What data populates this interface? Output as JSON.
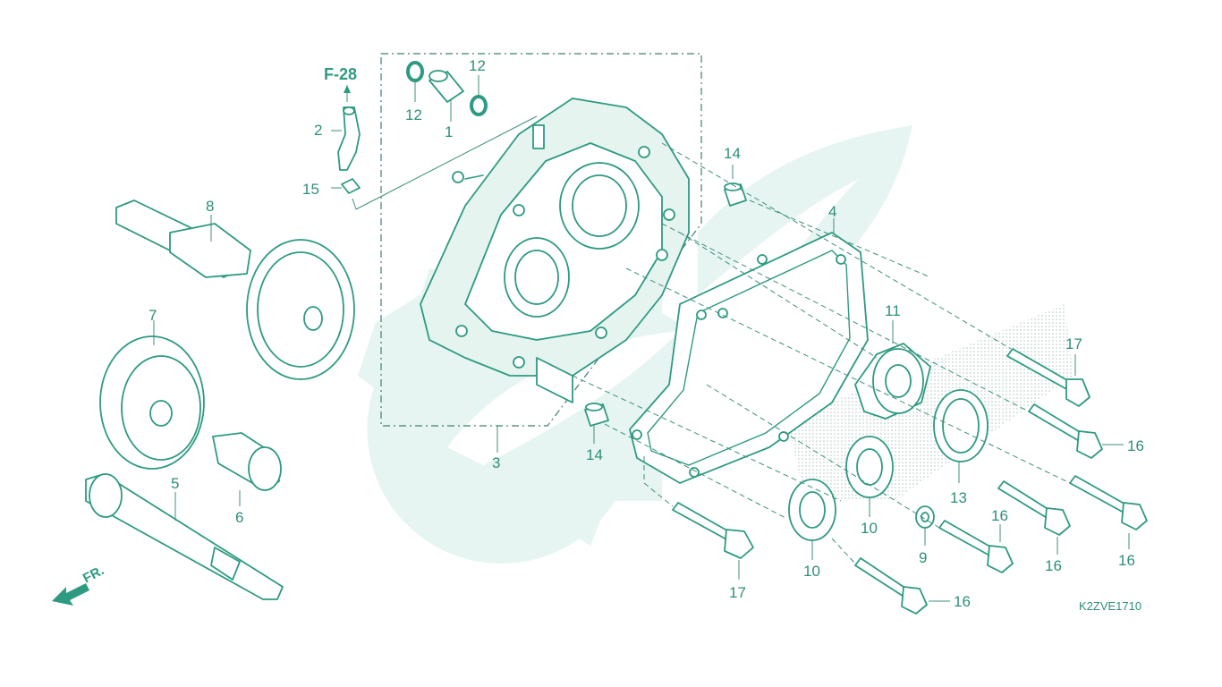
{
  "diagram": {
    "reference": "F-28",
    "direction_label": "FR.",
    "diagram_code": "K2ZVE1710",
    "accent_color": "#2e9a82",
    "callouts": {
      "c1": "1",
      "c2": "2",
      "c3": "3",
      "c4": "4",
      "c5": "5",
      "c6": "6",
      "c7": "7",
      "c8": "8",
      "c9": "9",
      "c10a": "10",
      "c10b": "10",
      "c11": "11",
      "c12a": "12",
      "c12b": "12",
      "c13": "13",
      "c14a": "14",
      "c14b": "14",
      "c15": "15",
      "c16a": "16",
      "c16b": "16",
      "c16c": "16",
      "c16d": "16",
      "c16e": "16",
      "c17a": "17",
      "c17b": "17"
    }
  }
}
